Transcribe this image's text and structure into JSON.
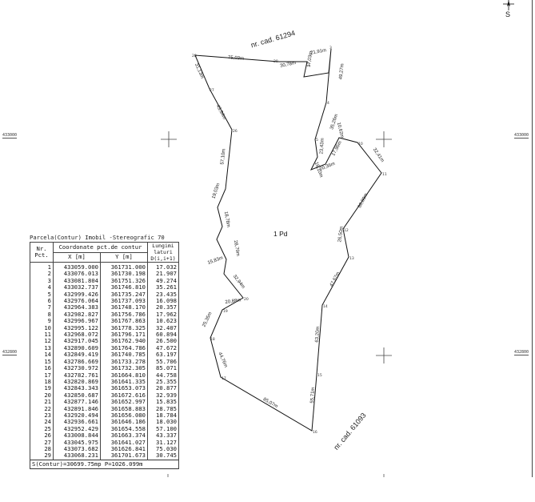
{
  "cadastral_labels": {
    "north": "nr. cad. 61294",
    "south": "nr. cad. 61093"
  },
  "parcel_label": "1 Pd",
  "north_arrow": {
    "letter": "S",
    "icon": "north-arrow-icon"
  },
  "grid_labels": {
    "y1": "433000",
    "y2": "432800"
  },
  "segment_lengths": [
    "75,03m",
    "30,78m",
    "17,03m",
    "21,91m",
    "49,27m",
    "35,26m",
    "23,43m",
    "16,10m",
    "20,36m",
    "17,96m",
    "10,62m",
    "32,41m",
    "60,89m",
    "26,50m",
    "47,67m",
    "63,20m",
    "55,71m",
    "85,07m",
    "44,76m",
    "25,35m",
    "20,88m",
    "32,94m",
    "15,83m",
    "28,79m",
    "18,78m",
    "19,03m",
    "57,10m",
    "43,34m",
    "31,13m"
  ],
  "table": {
    "title": "Parcela(Contur) Imobil -Stereografic 70",
    "col_nr": "Nr. Pct.",
    "col_coords": "Coordonate pct.de contur",
    "col_x": "X [m]",
    "col_y": "Y [m]",
    "col_len": "Lungimi laturi D(i,i+1)",
    "rows": [
      [
        "1",
        "433059.000",
        "361731.000",
        "17.032"
      ],
      [
        "2",
        "433076.013",
        "361730.198",
        "21.907"
      ],
      [
        "3",
        "433081.804",
        "361751.326",
        "49.274"
      ],
      [
        "4",
        "433032.737",
        "361746.810",
        "35.261"
      ],
      [
        "5",
        "432999.426",
        "361735.247",
        "23.435"
      ],
      [
        "6",
        "432976.064",
        "361737.093",
        "16.098"
      ],
      [
        "7",
        "432964.383",
        "361748.170",
        "20.357"
      ],
      [
        "8",
        "432982.827",
        "361756.786",
        "17.962"
      ],
      [
        "9",
        "432996.967",
        "361767.863",
        "10.623"
      ],
      [
        "10",
        "432995.122",
        "361778.325",
        "32.407"
      ],
      [
        "11",
        "432968.072",
        "361796.171",
        "60.894"
      ],
      [
        "12",
        "432917.045",
        "361762.940",
        "26.500"
      ],
      [
        "13",
        "432890.609",
        "361764.786",
        "47.672"
      ],
      [
        "14",
        "432849.419",
        "361740.785",
        "63.197"
      ],
      [
        "15",
        "432786.669",
        "361733.278",
        "55.706"
      ],
      [
        "16",
        "432730.972",
        "361732.305",
        "85.071"
      ],
      [
        "17",
        "432782.761",
        "361664.810",
        "44.758"
      ],
      [
        "18",
        "432820.869",
        "361641.335",
        "25.355"
      ],
      [
        "19",
        "432843.343",
        "361653.073",
        "20.877"
      ],
      [
        "20",
        "432850.687",
        "361672.616",
        "32.939"
      ],
      [
        "21",
        "432877.146",
        "361652.997",
        "15.835"
      ],
      [
        "22",
        "432891.846",
        "361658.883",
        "28.785"
      ],
      [
        "23",
        "432920.494",
        "361656.080",
        "18.784"
      ],
      [
        "24",
        "432936.661",
        "361646.186",
        "18.030"
      ],
      [
        "25",
        "432952.429",
        "361654.558",
        "57.100"
      ],
      [
        "26",
        "433008.844",
        "361663.374",
        "43.337"
      ],
      [
        "27",
        "433045.975",
        "361641.027",
        "31.127"
      ],
      [
        "28",
        "433073.682",
        "361626.841",
        "75.030"
      ],
      [
        "29",
        "433068.231",
        "361701.673",
        "30.745"
      ]
    ],
    "footer": "S(Contur)=30699.75mp  P=1026.099m"
  }
}
